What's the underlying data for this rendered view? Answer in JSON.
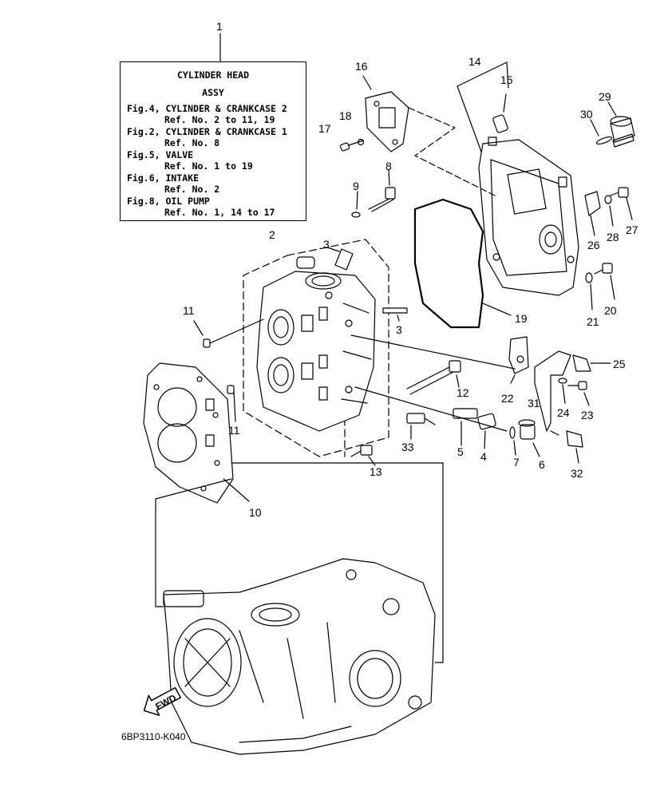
{
  "info_box": {
    "title_line1": "CYLINDER HEAD",
    "title_line2": "ASSY",
    "lines": [
      "Fig.4, CYLINDER & CRANKCASE 2",
      "Ref. No. 2 to 11, 19",
      "Fig.2, CYLINDER & CRANKCASE 1",
      "Ref. No. 8",
      "Fig.5, VALVE",
      "Ref. No. 1 to 19",
      "Fig.6, INTAKE",
      "Ref. No. 2",
      "Fig.8, OIL PUMP",
      "Ref. No. 1, 14 to 17"
    ]
  },
  "callouts": {
    "c1": "1",
    "c2": "2",
    "c3a": "3",
    "c3b": "3",
    "c4": "4",
    "c5": "5",
    "c6": "6",
    "c7": "7",
    "c8": "8",
    "c9": "9",
    "c10": "10",
    "c11a": "11",
    "c11b": "11",
    "c12": "12",
    "c13": "13",
    "c14": "14",
    "c15": "15",
    "c16": "16",
    "c17": "17",
    "c18": "18",
    "c19": "19",
    "c20": "20",
    "c21": "21",
    "c22": "22",
    "c23": "23",
    "c24": "24",
    "c25": "25",
    "c26": "26",
    "c27": "27",
    "c28": "28",
    "c29": "29",
    "c30": "30",
    "c31": "31",
    "c32": "32",
    "c33": "33"
  },
  "fwd_label": "FWD",
  "drawing_code": "6BP3110-K040"
}
